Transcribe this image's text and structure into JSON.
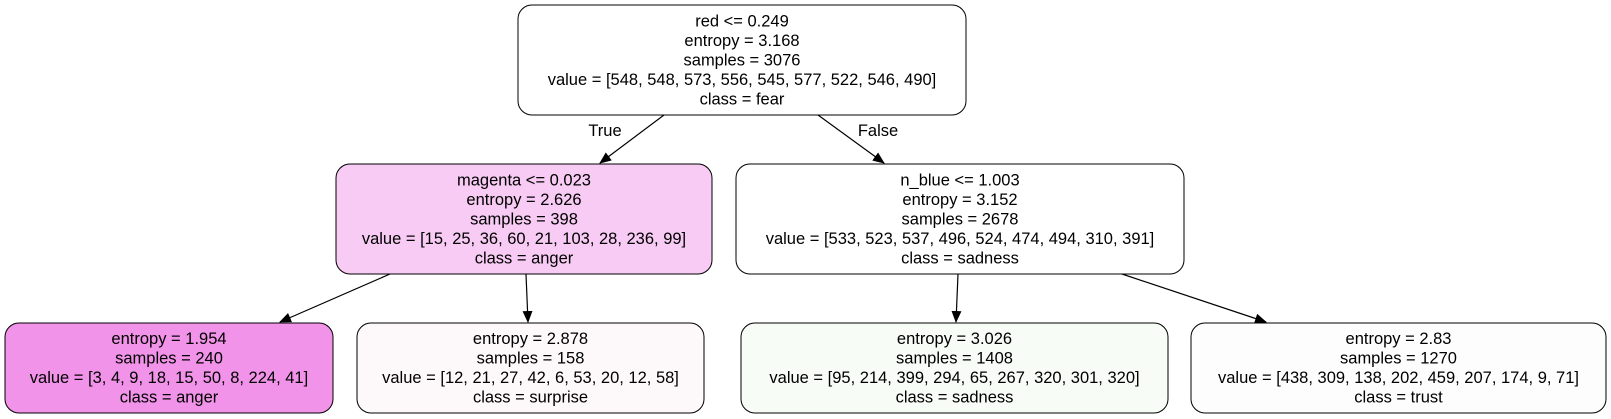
{
  "tree": {
    "nodes": [
      {
        "id": "root",
        "lines": [
          "red <= 0.249",
          "entropy = 3.168",
          "samples = 3076",
          "value = [548, 548, 573, 556, 545, 577, 522, 546, 490]",
          "class = fear"
        ],
        "fill": "#ffffff"
      },
      {
        "id": "left",
        "lines": [
          "magenta <= 0.023",
          "entropy = 2.626",
          "samples = 398",
          "value = [15, 25, 36, 60, 21, 103, 28, 236, 99]",
          "class = anger"
        ],
        "fill": "#f7cbf3"
      },
      {
        "id": "right",
        "lines": [
          "n_blue <= 1.003",
          "entropy = 3.152",
          "samples = 2678",
          "value = [533, 523, 537, 496, 524, 474, 494, 310, 391]",
          "class = sadness"
        ],
        "fill": "#ffffff"
      },
      {
        "id": "left-left",
        "lines": [
          "entropy = 1.954",
          "samples = 240",
          "value = [3, 4, 9, 18, 15, 50, 8, 224, 41]",
          "class = anger"
        ],
        "fill": "#f193e8"
      },
      {
        "id": "left-right",
        "lines": [
          "entropy = 2.878",
          "samples = 158",
          "value = [12, 21, 27, 42, 6, 53, 20, 12, 58]",
          "class = surprise"
        ],
        "fill": "#fdf9fa"
      },
      {
        "id": "right-left",
        "lines": [
          "entropy = 3.026",
          "samples = 1408",
          "value = [95, 214, 399, 294, 65, 267, 320, 301, 320]",
          "class = sadness"
        ],
        "fill": "#f8fcf6"
      },
      {
        "id": "right-right",
        "lines": [
          "entropy = 2.83",
          "samples = 1270",
          "value = [438, 309, 138, 202, 459, 207, 174, 9, 71]",
          "class = trust"
        ],
        "fill": "#fcfdfc"
      }
    ],
    "edges": [
      {
        "from": "root",
        "to": "left",
        "label": "True"
      },
      {
        "from": "root",
        "to": "right",
        "label": "False"
      },
      {
        "from": "left",
        "to": "left-left",
        "label": ""
      },
      {
        "from": "left",
        "to": "left-right",
        "label": ""
      },
      {
        "from": "right",
        "to": "right-left",
        "label": ""
      },
      {
        "from": "right",
        "to": "right-right",
        "label": ""
      }
    ]
  }
}
